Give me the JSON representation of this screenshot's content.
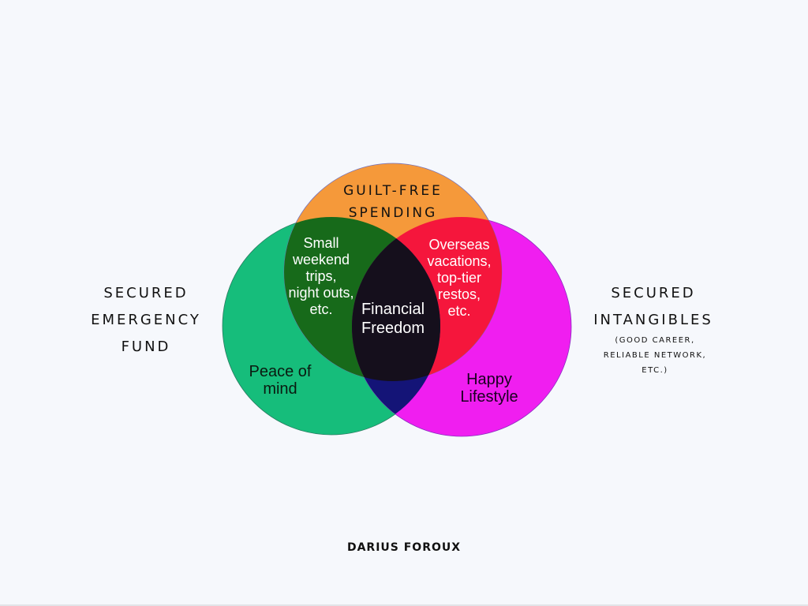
{
  "colors": {
    "background": "#f6f8fc",
    "emergency": "#16bd7b",
    "spending": "#f5993a",
    "intangibles": "#f01ef0",
    "emergency_spending": "#176a1a",
    "spending_intangibles": "#f5163c",
    "emergency_intangibles": "#141477",
    "all_three": "#150f1c"
  },
  "circles": {
    "top": {
      "title_line1": "Guilt-free",
      "title_line2": "spending"
    },
    "left": {
      "title_line1": "Secured",
      "title_line2": "emergency",
      "title_line3": "fund"
    },
    "right": {
      "title_line1": "Secured",
      "title_line2": "intangibles",
      "note_line1": "(good career,",
      "note_line2": "reliable network,",
      "note_line3": "etc.)"
    }
  },
  "regions": {
    "left_only": [
      "Peace of",
      "mind"
    ],
    "right_only": [
      "Happy",
      "Lifestyle"
    ],
    "left_top": [
      "Small",
      "weekend",
      "trips,",
      "night outs,",
      "etc."
    ],
    "top_right": [
      "Overseas",
      "vacations,",
      "top-tier",
      "restos,",
      "etc."
    ],
    "center": [
      "Financial",
      "Freedom"
    ]
  },
  "signature": "Darius Foroux"
}
